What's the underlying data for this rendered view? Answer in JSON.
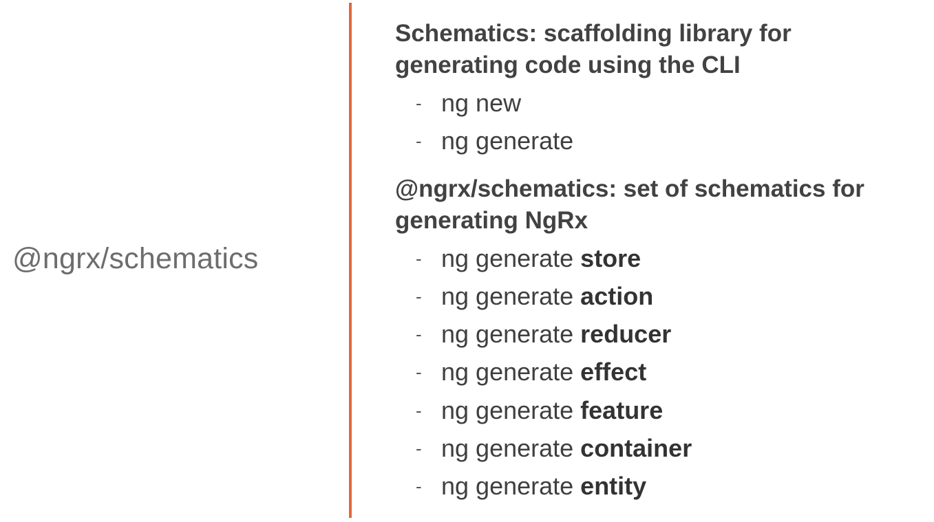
{
  "side_title": "@ngrx/schematics",
  "sections": [
    {
      "heading_line1": "Schematics: scaffolding library for",
      "heading_line2": "generating code using the CLI",
      "items": [
        {
          "dash": "-",
          "prefix": "ng new",
          "keyword": ""
        },
        {
          "dash": "-",
          "prefix": "ng generate",
          "keyword": ""
        }
      ]
    },
    {
      "heading_line1": "@ngrx/schematics: set of schematics for",
      "heading_line2": "generating NgRx",
      "items": [
        {
          "dash": "-",
          "prefix": "ng generate ",
          "keyword": "store"
        },
        {
          "dash": "-",
          "prefix": "ng generate ",
          "keyword": "action"
        },
        {
          "dash": "-",
          "prefix": "ng generate ",
          "keyword": "reducer"
        },
        {
          "dash": "-",
          "prefix": "ng generate ",
          "keyword": "effect"
        },
        {
          "dash": "-",
          "prefix": "ng generate ",
          "keyword": "feature"
        },
        {
          "dash": "-",
          "prefix": "ng generate ",
          "keyword": "container"
        },
        {
          "dash": "-",
          "prefix": "ng generate ",
          "keyword": "entity"
        }
      ]
    }
  ],
  "colors": {
    "accent_divider": "#e0683a",
    "side_title": "#6d6d6d",
    "heading": "#424242",
    "body_text": "#3f3f3f",
    "background": "#ffffff"
  }
}
